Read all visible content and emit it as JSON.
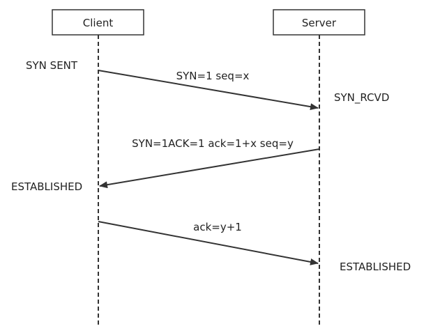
{
  "actors": [
    {
      "label": "Client"
    },
    {
      "label": "Server"
    }
  ],
  "messages": [
    {
      "label": "SYN=1 seq=x",
      "from": "Client",
      "to": "Server"
    },
    {
      "label": "SYN=1ACK=1 ack=1+x seq=y",
      "from": "Server",
      "to": "Client"
    },
    {
      "label": "ack=y+1",
      "from": "Client",
      "to": "Server"
    }
  ],
  "states": {
    "client_syn_sent": "SYN  SENT",
    "server_syn_rcvd": "SYN_RCVD",
    "client_established": "ESTABLISHED",
    "server_established": "ESTABLISHED"
  }
}
